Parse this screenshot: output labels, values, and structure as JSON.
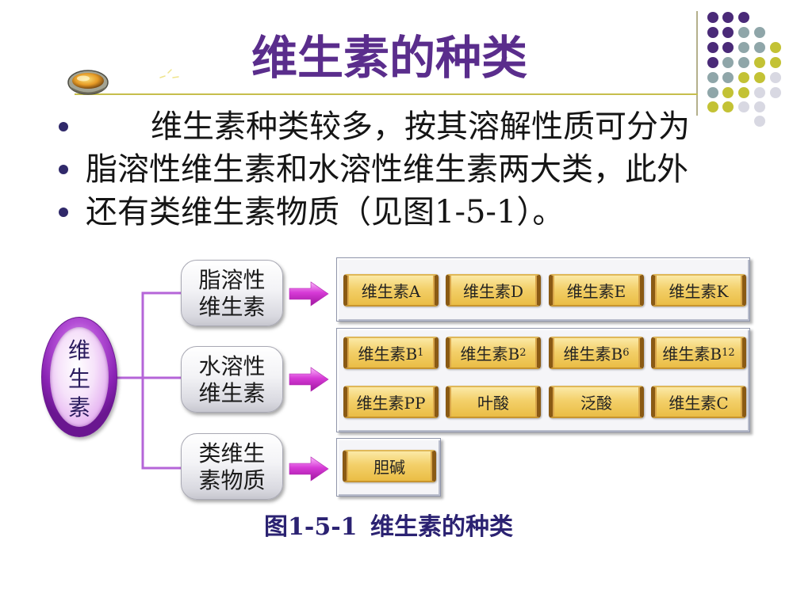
{
  "slide": {
    "title": "维生素的种类",
    "bullets": [
      "维生素种类较多，按其溶解性质可分为",
      "脂溶性维生素和水溶性维生素两大类，此外",
      "还有类维生素物质（见图1-5-1）。"
    ]
  },
  "diagram": {
    "root": "维生素",
    "groups": [
      {
        "label_lines": [
          "脂溶性",
          "维生素"
        ],
        "items": [
          {
            "text": "维生素A"
          },
          {
            "text": "维生素D"
          },
          {
            "text": "维生素E"
          },
          {
            "text": "维生素K"
          }
        ]
      },
      {
        "label_lines": [
          "水溶性",
          "维生素"
        ],
        "items": [
          {
            "text": "维生素B",
            "sub": "1"
          },
          {
            "text": "维生素B",
            "sub": "2"
          },
          {
            "text": "维生素B",
            "sub": "6"
          },
          {
            "text": "维生素B",
            "sub": "12"
          },
          {
            "text": "维生素PP"
          },
          {
            "text": "叶酸"
          },
          {
            "text": "泛酸"
          },
          {
            "text": "维生素C"
          }
        ]
      },
      {
        "label_lines": [
          "类维生",
          "素物质"
        ],
        "items": [
          {
            "text": "胆碱"
          }
        ]
      }
    ],
    "caption": {
      "number": "图1-5-1",
      "text": "维生素的种类"
    }
  },
  "theme": {
    "title_color": "#5a2d8c",
    "caption_color": "#2b2272",
    "bullet_color": "#30296a",
    "connector_color": "#b565d8",
    "arrow_color": "#d63ad6",
    "tag_color": "#f3d06a",
    "dot_colors": {
      "P": "#4a2a78",
      "T": "#8fa6a9",
      "Y": "#c3c235",
      "G": "#d8d8e2"
    }
  }
}
